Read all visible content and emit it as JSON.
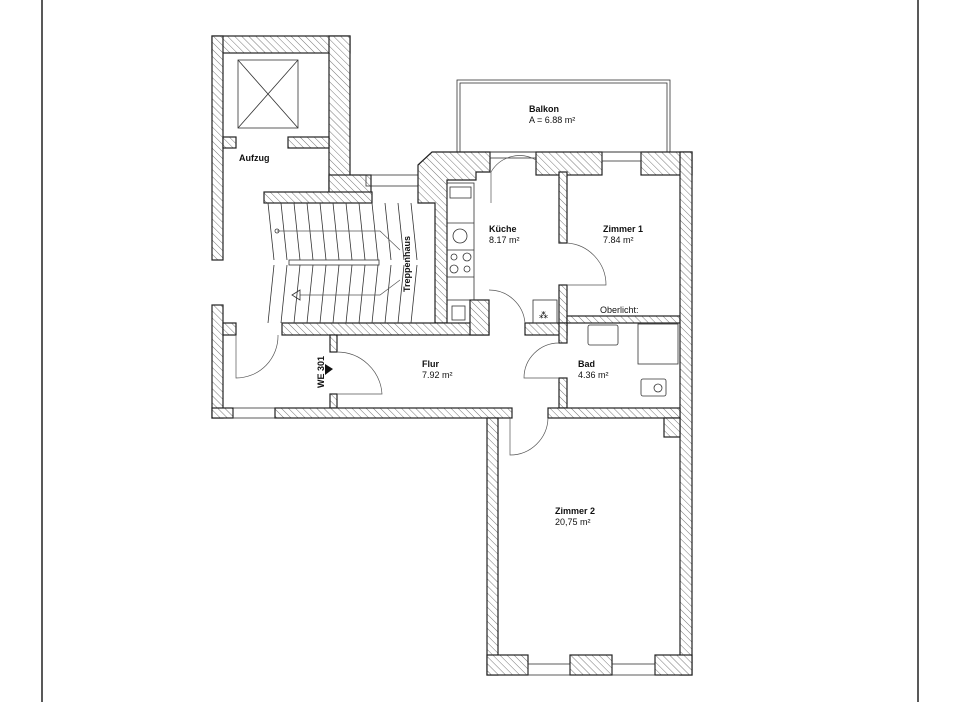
{
  "plan": {
    "rooms": [
      {
        "name": "Balkon",
        "area": "A = 6.88 m²"
      },
      {
        "name": "Aufzug"
      },
      {
        "name": "Treppenhaus"
      },
      {
        "name": "Küche",
        "area": "8.17 m²"
      },
      {
        "name": "Zimmer 1",
        "area": "7.84 m²"
      },
      {
        "name": "Flur",
        "area": "7.92 m²"
      },
      {
        "name": "Bad",
        "area": "4.36 m²"
      },
      {
        "name": "Zimmer 2",
        "area": "20,75 m²"
      }
    ],
    "oberlicht": "Oberlicht:",
    "unit": "WE 301"
  }
}
